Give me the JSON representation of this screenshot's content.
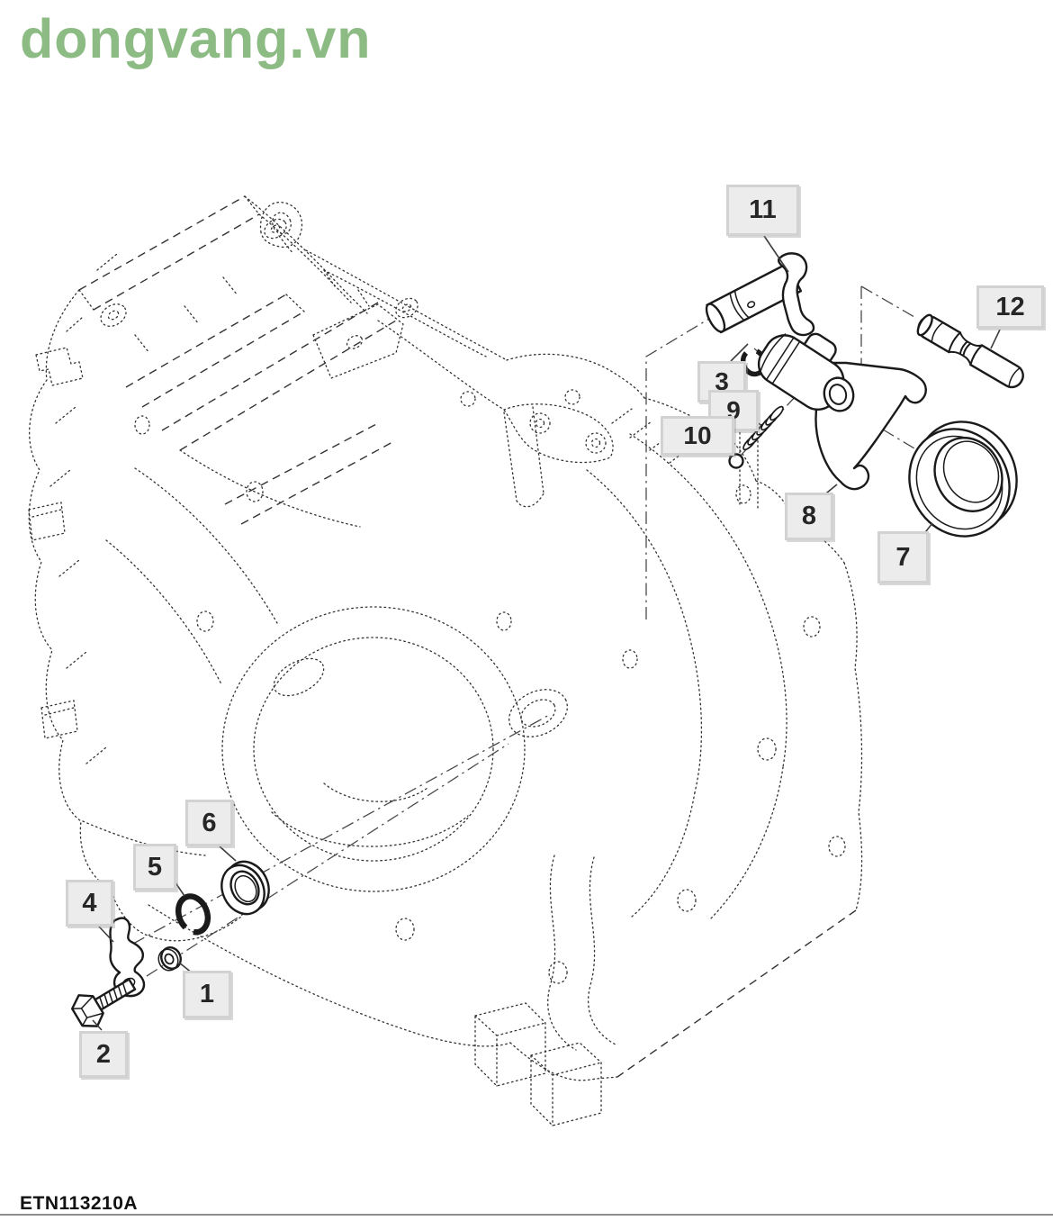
{
  "watermark": {
    "text": "dongvang.vn"
  },
  "figure": {
    "code": "ETN113210A"
  },
  "diagram": {
    "type": "exploded-parts-diagram",
    "callouts": [
      {
        "label": "1"
      },
      {
        "label": "2"
      },
      {
        "label": "3"
      },
      {
        "label": "4"
      },
      {
        "label": "5"
      },
      {
        "label": "6"
      },
      {
        "label": "7"
      },
      {
        "label": "8"
      },
      {
        "label": "9"
      },
      {
        "label": "10"
      },
      {
        "label": "11"
      },
      {
        "label": "12"
      }
    ]
  },
  "colors": {
    "watermark": "#8dbb84",
    "callout_fill": "#ececec",
    "callout_border": "#d2d2d2",
    "ink": "#1a1a1a",
    "rule": "#8f8f8f"
  }
}
